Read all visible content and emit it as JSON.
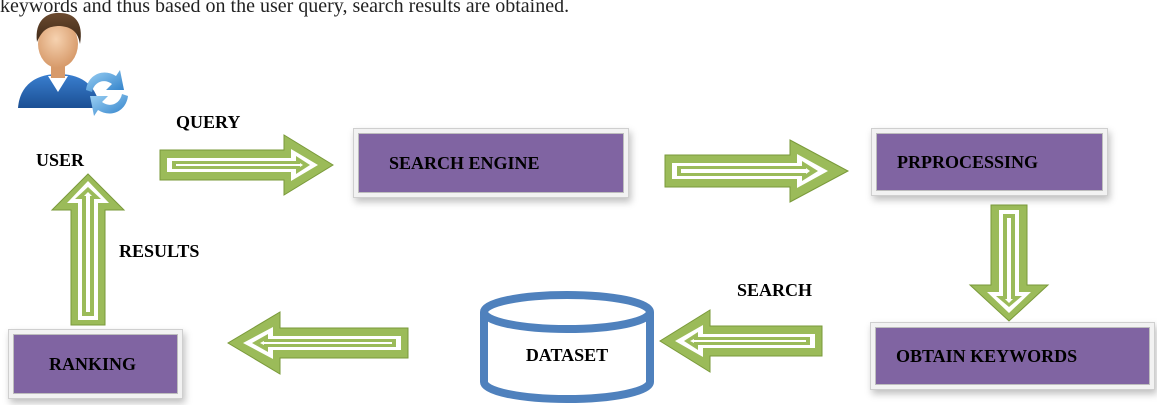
{
  "caption": "keywords and thus based on the user query, search results are obtained.",
  "labels": {
    "user": "USER",
    "query": "QUERY",
    "results": "RESULTS",
    "search": "SEARCH"
  },
  "nodes": {
    "search_engine": "SEARCH ENGINE",
    "preprocessing": "PRPROCESSING",
    "obtain_keywords": "OBTAIN KEYWORDS",
    "dataset": "DATASET",
    "ranking": "RANKING"
  },
  "colors": {
    "box_fill": "#8064a2",
    "arrow_fill": "#9bbb59",
    "cylinder_stroke": "#4f81bd"
  },
  "icons": {
    "user": "user-avatar-icon"
  }
}
